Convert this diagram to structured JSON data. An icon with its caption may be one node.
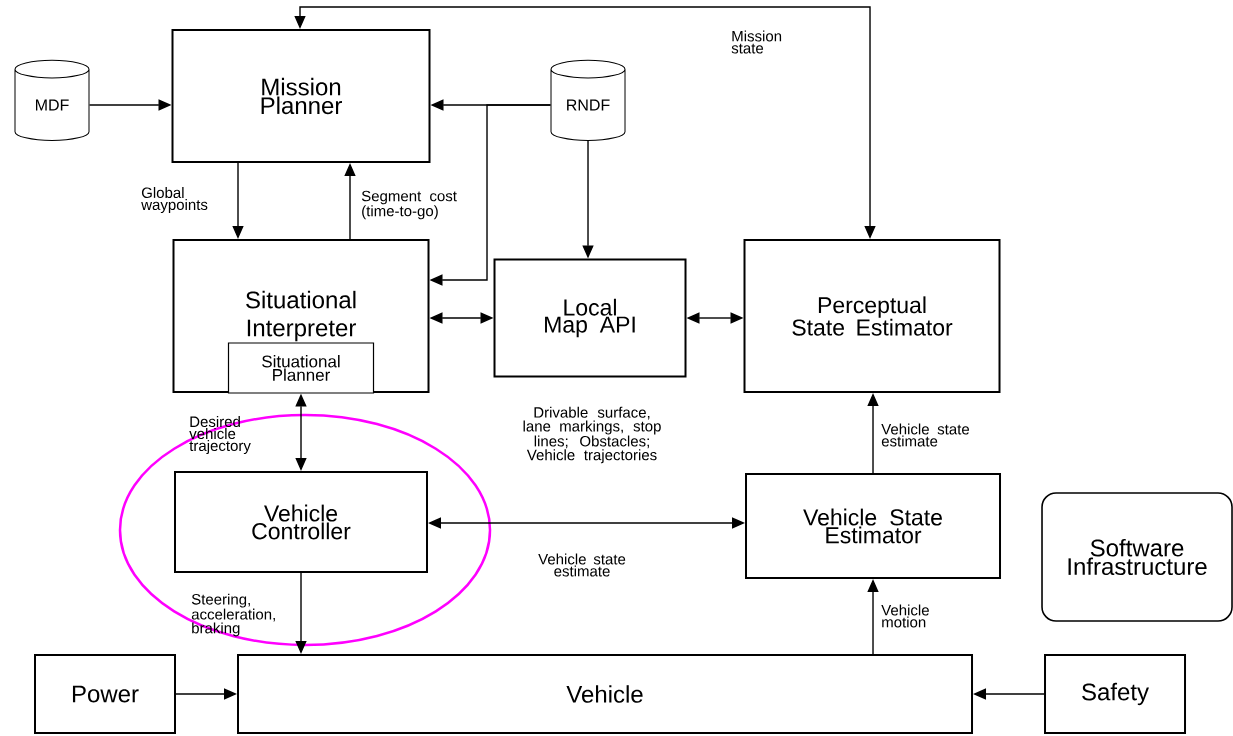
{
  "diagram": {
    "nodes": [
      {
        "text": [
          "Mission Planner"
        ]
      },
      {
        "text": [
          "MDF"
        ]
      },
      {
        "text": [
          "RNDF"
        ]
      },
      {
        "text": [
          "Situational Interpreter"
        ]
      },
      {
        "text": [
          "Situational Planner"
        ],
        "in": 3
      },
      {
        "text": [
          "Local Map API"
        ],
        "beside": [
          "Drivable surface, lane markings, stop lines; Obstacles; Vehicle trajectories"
        ]
      },
      {
        "text": [
          "Perceptual State Estimator"
        ]
      },
      {
        "text": [
          "Vehicle Controller"
        ]
      },
      {
        "text": [
          "Vehicle State Estimator"
        ]
      },
      {
        "text": [
          "Software Infrastructure"
        ]
      },
      {
        "text": [
          "Power"
        ]
      },
      {
        "text": [
          "Vehicle"
        ]
      },
      {
        "text": [
          "Safety"
        ]
      }
    ],
    "edges": [
      {
        "from": 1,
        "to": 0,
        "arrow": "to"
      },
      {
        "from": 2,
        "to": 0,
        "arrow": "to"
      },
      {
        "from": 2,
        "to": 3,
        "arrow": "to"
      },
      {
        "from": 2,
        "to": 5,
        "arrow": "to"
      },
      {
        "from": 0,
        "to": 3,
        "arrow": "to",
        "label": "Global waypoints"
      },
      {
        "from": 3,
        "to": 0,
        "arrow": "to",
        "label": "Segment cost (time-to-go)"
      },
      {
        "from": 6,
        "to": 0,
        "arrow": "both",
        "label": "Mission state"
      },
      {
        "from": 3,
        "to": 5,
        "arrow": "both"
      },
      {
        "from": 5,
        "to": 6,
        "arrow": "both"
      },
      {
        "from": 4,
        "to": 7,
        "arrow": "both",
        "label": "Desired vehicle trajectory"
      },
      {
        "from": 7,
        "to": 8,
        "arrow": "both",
        "label": "Vehicle state estimate"
      },
      {
        "from": 7,
        "to": 11,
        "arrow": "to",
        "label": "Steering, acceleration, braking"
      },
      {
        "from": 8,
        "to": 6,
        "arrow": "to",
        "label": "Vehicle state estimate"
      },
      {
        "from": 11,
        "to": 8,
        "arrow": "to",
        "label": "Vehicle motion"
      },
      {
        "from": 10,
        "to": 11,
        "arrow": "to"
      },
      {
        "from": 12,
        "to": 11,
        "arrow": "to"
      }
    ]
  }
}
